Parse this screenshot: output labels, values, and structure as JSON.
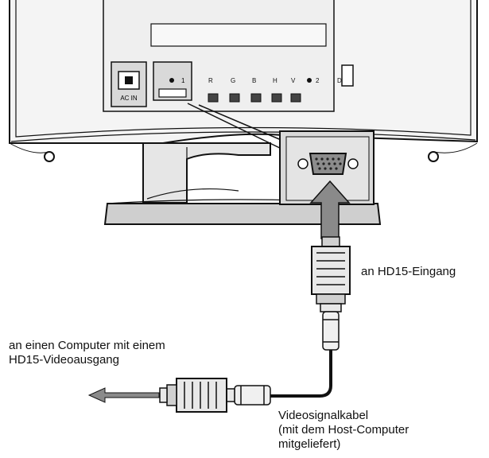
{
  "labels": {
    "hd15_input": "an HD15-Eingang",
    "computer_line1": "an einen Computer mit einem",
    "computer_line2": "HD15-Videoausgang",
    "cable_line1": "Videosignalkabel",
    "cable_line2": "(mit dem Host-Computer",
    "cable_line3": "mitgeliefert)"
  },
  "panel": {
    "ac_in": "AC IN",
    "port_1": "1",
    "port_2": "2",
    "jack_r": "R",
    "jack_g": "G",
    "jack_b": "B",
    "jack_h": "H",
    "jack_v": "V",
    "jack_d": "D"
  },
  "colors": {
    "line": "#111111",
    "panel_gray": "#d9d9d9",
    "dark_gray": "#8c8c8c",
    "arrow_gray": "#8a8a8a"
  }
}
